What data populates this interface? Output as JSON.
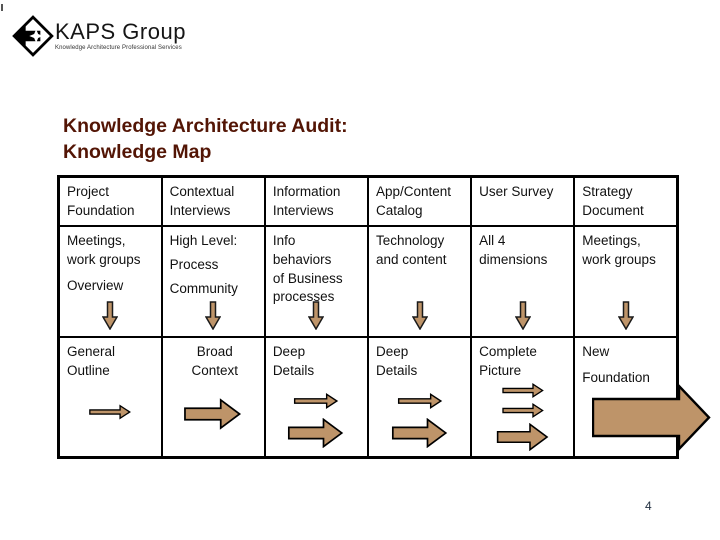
{
  "page": {
    "number": "4"
  },
  "logo": {
    "name": "KAPS Group",
    "tagline": "Knowledge Architecture Professional Services"
  },
  "title": {
    "line1": "Knowledge Architecture Audit:",
    "line2": "Knowledge Map"
  },
  "colors": {
    "title_text": "#531505",
    "arrow_fill": "#be9469",
    "arrow_outline": "#1a1a1a",
    "table_border": "#000000",
    "page_number": "#233142"
  },
  "table": {
    "columns": [
      {
        "header": "Project Foundation",
        "activities": [
          "Meetings,",
          "work groups",
          "Overview"
        ],
        "output": [
          "General",
          "Outline"
        ]
      },
      {
        "header": "Contextual Interviews",
        "activities": [
          "High Level:",
          "Process",
          "Community"
        ],
        "output": [
          "Broad",
          "Context"
        ]
      },
      {
        "header": "Information Interviews",
        "activities": [
          "Info",
          "behaviors",
          "of Business",
          "processes"
        ],
        "output": [
          "Deep",
          "Details"
        ]
      },
      {
        "header": "App/Content Catalog",
        "activities": [
          "Technology",
          "and content"
        ],
        "output": [
          "Deep",
          "Details"
        ]
      },
      {
        "header": "User Survey",
        "activities": [
          "All 4",
          "dimensions"
        ],
        "output": [
          "Complete",
          "Picture"
        ]
      },
      {
        "header": "Strategy Document",
        "activities": [
          "Meetings,",
          "work groups"
        ],
        "output": [
          "New",
          "Foundation"
        ]
      }
    ]
  }
}
